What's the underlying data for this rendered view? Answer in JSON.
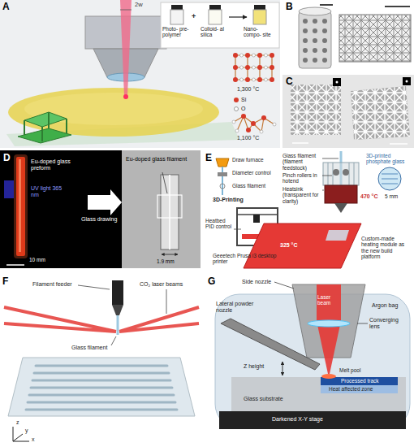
{
  "diagram": {
    "labels": [
      "A",
      "2w",
      "Photo- pre- polymer",
      "+",
      "Colloid- al silica",
      "Nano- compo- site",
      "1,300 °C",
      "Si",
      "O",
      "1,100 °C",
      "B",
      "C",
      "D",
      "Eu-doped glass preform",
      "UV light 365 nm",
      "10 mm",
      "Glass drawing",
      "Eu-doped glass filament",
      "1.9 mm",
      "E",
      "Draw furnace",
      "Diameter control",
      "Glass filament",
      "3D-Printing",
      "Heatbed PID control",
      "Geeetech Prusa i3 desktop printer",
      "Glass filament (filament feedstock)",
      "Pinch rollers in hotend",
      "Heatsink (transparent for clarity)",
      "3D-printed phosphate glass",
      "5 mm",
      "470 °C",
      "325 °C",
      "Custom-made heating module as the new build platform",
      "F",
      "Filament feeder",
      "CO₂ laser beams",
      "Glass filament",
      "z",
      "y",
      "x",
      "G",
      "Side nozzle",
      "Laser beam",
      "Lateral powder nozzle",
      "Argon bag",
      "Converging lens",
      "Melt pool",
      "Z height",
      "Processed track",
      "Heat affected zone",
      "Glass substrate",
      "Darkened X-Y stage"
    ]
  }
}
